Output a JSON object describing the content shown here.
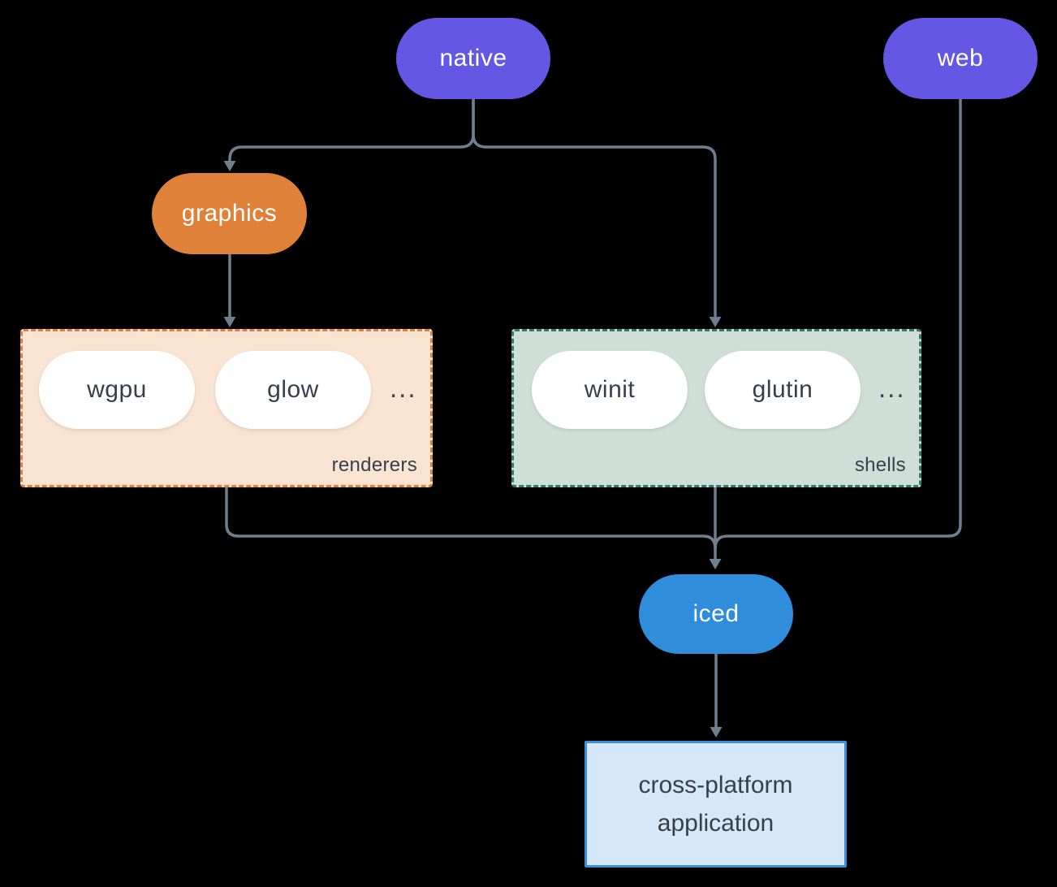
{
  "nodes": {
    "native": {
      "label": "native"
    },
    "web": {
      "label": "web"
    },
    "graphics": {
      "label": "graphics"
    },
    "iced": {
      "label": "iced"
    },
    "application": {
      "line1": "cross-platform",
      "line2": "application"
    }
  },
  "groups": {
    "renderers": {
      "label": "renderers",
      "items": [
        "wgpu",
        "glow"
      ],
      "more": "..."
    },
    "shells": {
      "label": "shells",
      "items": [
        "winit",
        "glutin"
      ],
      "more": "..."
    }
  },
  "colors": {
    "background": "#000000",
    "node_purple": "#6457e4",
    "node_orange": "#e0813a",
    "node_blue": "#2f8ddb",
    "pill_white": "#ffffff",
    "text_light": "#ffffff",
    "text_dark": "#36404d",
    "connector": "#6f7f90",
    "renderers_fill": "#f9e4d2",
    "renderers_border": "#e0813a",
    "shells_fill": "#cfdfd8",
    "shells_border": "#2f7a6a",
    "app_fill": "#d6e8f8",
    "app_border": "#3a8fdc"
  }
}
